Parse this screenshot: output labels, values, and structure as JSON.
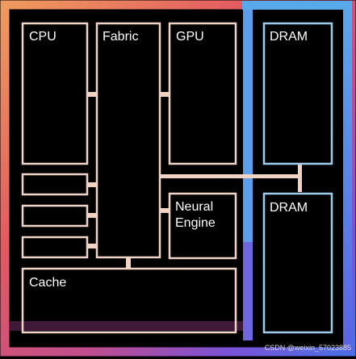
{
  "blocks": {
    "cpu": {
      "label": "CPU"
    },
    "fabric": {
      "label": "Fabric"
    },
    "gpu": {
      "label": "GPU"
    },
    "dram_top": {
      "label": "DRAM"
    },
    "dram_bottom": {
      "label": "DRAM"
    },
    "neural_engine": {
      "label": "Neural\nEngine"
    },
    "cache": {
      "label": "Cache"
    }
  },
  "watermark": "CSDN @weixin_57023885",
  "colors": {
    "background": "#000000",
    "block_stroke": "#f2d5c8",
    "dram_stroke": "#8ec8ee",
    "connector": "#f1d2c3",
    "frame_orange": "#e9835f",
    "frame_red": "#d9445d",
    "frame_purple": "#7a55dc",
    "frame_blue": "#4d88ee"
  }
}
